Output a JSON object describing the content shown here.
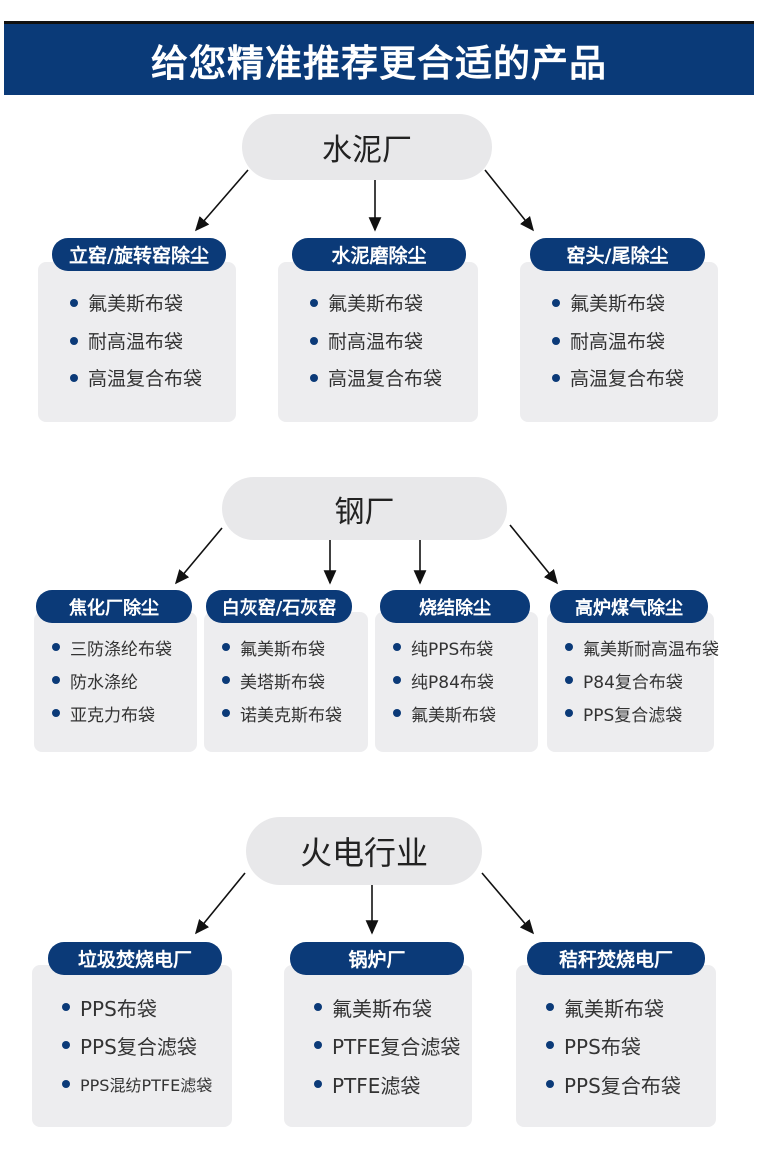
{
  "title": "给您精准推荐更合适的产品",
  "colors": {
    "brand": "#0b3a78",
    "pill": "#e8e8ea",
    "card": "#ededef"
  },
  "sections": [
    {
      "name": "水泥厂",
      "groups": [
        {
          "label": "立窑/旋转窑除尘",
          "items": [
            "氟美斯布袋",
            "耐高温布袋",
            "高温复合布袋"
          ]
        },
        {
          "label": "水泥磨除尘",
          "items": [
            "氟美斯布袋",
            "耐高温布袋",
            "高温复合布袋"
          ]
        },
        {
          "label": "窑头/尾除尘",
          "items": [
            "氟美斯布袋",
            "耐高温布袋",
            "高温复合布袋"
          ]
        }
      ]
    },
    {
      "name": "钢厂",
      "groups": [
        {
          "label": "焦化厂除尘",
          "items": [
            "三防涤纶布袋",
            "防水涤纶",
            "亚克力布袋"
          ]
        },
        {
          "label": "白灰窑/石灰窑",
          "items": [
            "氟美斯布袋",
            "美塔斯布袋",
            "诺美克斯布袋"
          ]
        },
        {
          "label": "烧结除尘",
          "items": [
            "纯PPS布袋",
            "纯P84布袋",
            "氟美斯布袋"
          ]
        },
        {
          "label": "高炉煤气除尘",
          "items": [
            "氟美斯耐高温布袋",
            "P84复合布袋",
            "PPS复合滤袋"
          ]
        }
      ]
    },
    {
      "name": "火电行业",
      "groups": [
        {
          "label": "垃圾焚烧电厂",
          "items": [
            "PPS布袋",
            "PPS复合滤袋",
            "PPS混纺PTFE滤袋"
          ]
        },
        {
          "label": "锅炉厂",
          "items": [
            "氟美斯布袋",
            "PTFE复合滤袋",
            "PTFE滤袋"
          ]
        },
        {
          "label": "秸秆焚烧电厂",
          "items": [
            "氟美斯布袋",
            "PPS布袋",
            "PPS复合布袋"
          ]
        }
      ]
    }
  ]
}
